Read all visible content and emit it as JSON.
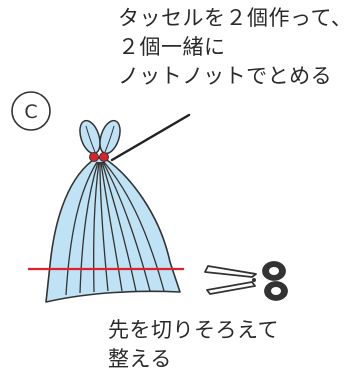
{
  "step_label": "C",
  "top_note": {
    "lines": [
      "タッセルを２個作って、",
      "２個一緒に",
      "ノットノットでとめる"
    ]
  },
  "bottom_note": {
    "lines": [
      "先を切りそろえて",
      "整える"
    ]
  },
  "colors": {
    "tassel_fill": "#bfe2f5",
    "outline": "#333333",
    "cut_line": "#e0202a",
    "knot": "#d9232a"
  },
  "icons": [
    "scissors-icon"
  ]
}
